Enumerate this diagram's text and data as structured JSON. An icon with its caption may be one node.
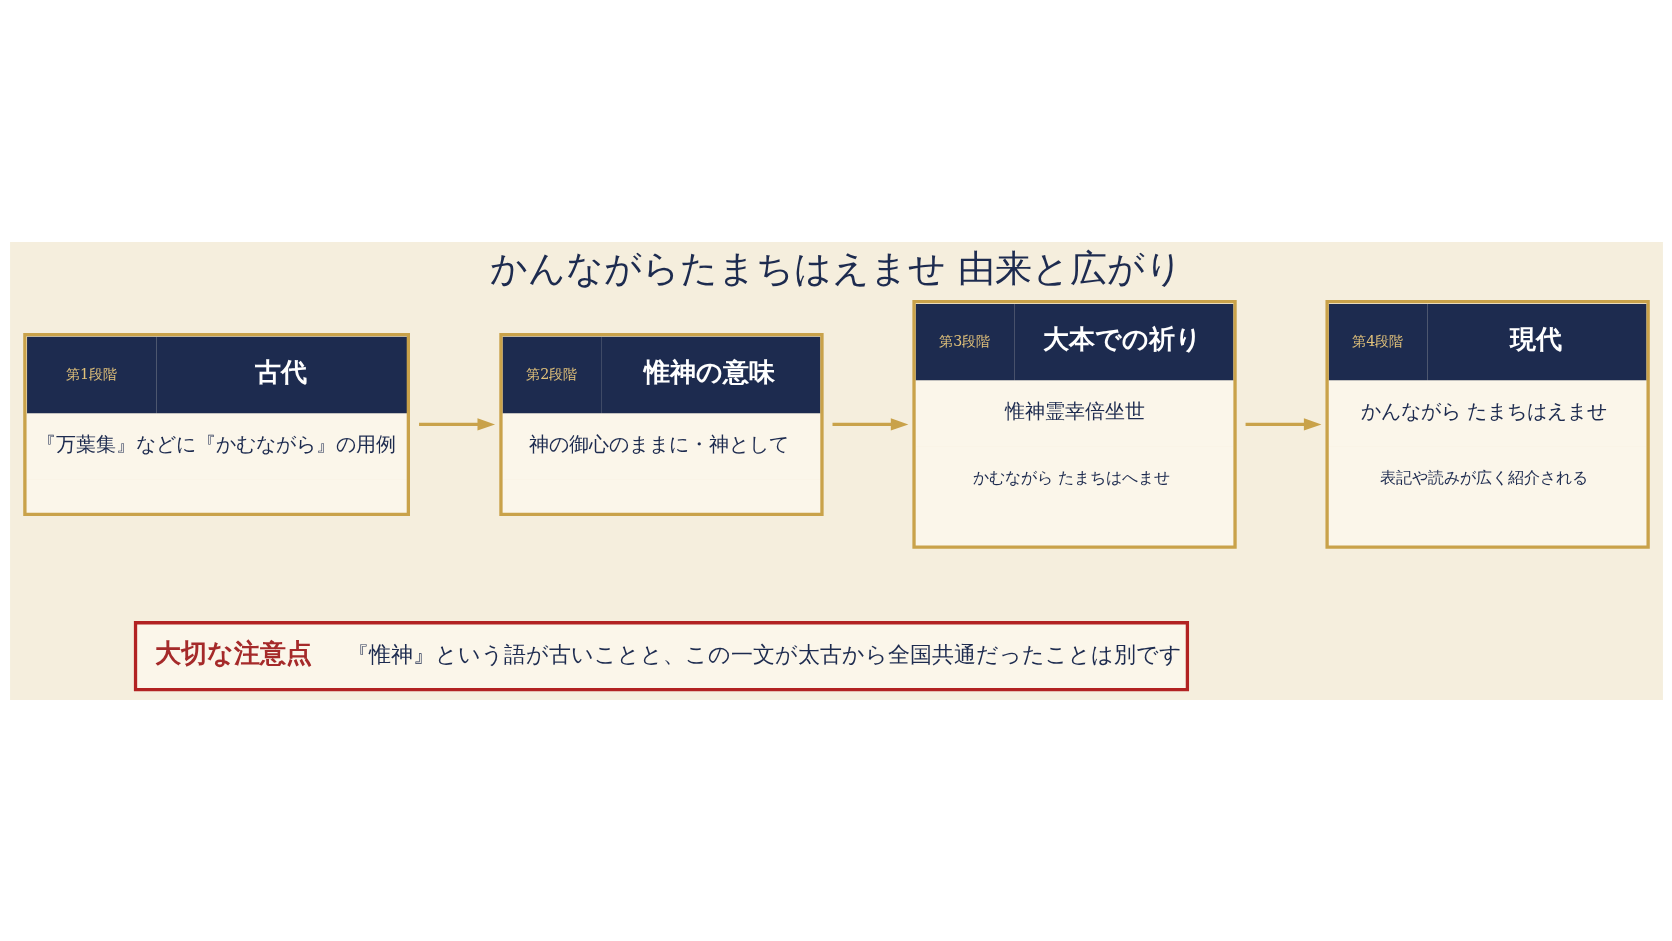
{
  "diagram": {
    "title": "かんながらたまちはえませ 由来と広がり",
    "nodes": [
      {
        "text": [
          "第1段階",
          "古代",
          "『万葉集』などに『かむながら』の用例"
        ]
      },
      {
        "text": [
          "第2段階",
          "惟神の意味",
          "神の御心のままに・神として"
        ]
      },
      {
        "text": [
          "第3段階",
          "大本での祈り",
          "惟神霊幸倍坐世",
          "かむながら たまちはへませ"
        ]
      },
      {
        "text": [
          "第4段階",
          "現代",
          "かんながら たまちはえませ",
          "表記や読みが広く紹介される"
        ]
      },
      {
        "text": [
          "大切な注意点",
          "『惟神』という語が古いことと、この一文が太古から全国共通だったことは別です"
        ]
      }
    ],
    "edges": [
      {
        "from": 0,
        "to": 1,
        "arrow": "to"
      },
      {
        "from": 1,
        "to": 2,
        "arrow": "to"
      },
      {
        "from": 2,
        "to": 3,
        "arrow": "to"
      }
    ]
  }
}
